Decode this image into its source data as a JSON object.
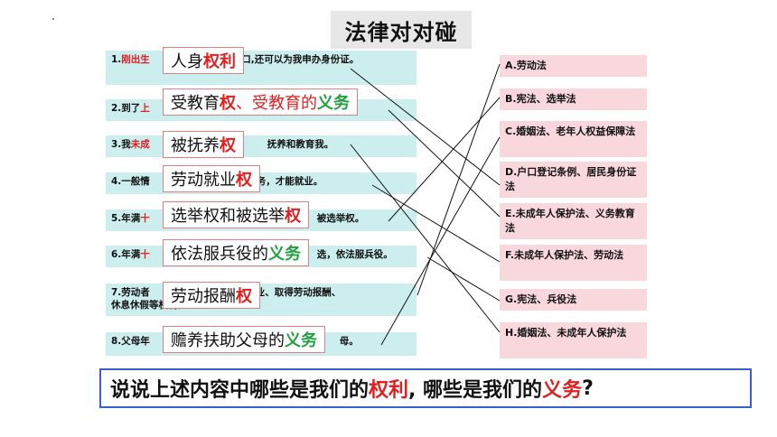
{
  "title": "法律对对碰",
  "left_items": [
    {
      "pre": "1.",
      "red": "刚出生",
      "post": "申报户口,还可以为我申办身份证。",
      "tail": ""
    },
    {
      "pre": "2.到了",
      "red": "上",
      "post": "",
      "tail": ""
    },
    {
      "pre": "3.我",
      "red": "未成",
      "post": "抚养和教育我。",
      "tail": ""
    },
    {
      "pre": "4.一般情",
      "red": "",
      "post": "务，才能就业。",
      "tail": ""
    },
    {
      "pre": "5.年满",
      "red": "十",
      "post": "被选举权。",
      "tail": ""
    },
    {
      "pre": "6.年满",
      "red": "十",
      "post": "选，依法服兵役。",
      "tail": ""
    },
    {
      "pre": "7.劳动者",
      "red": "",
      "post": "择职业、取得劳动报酬、",
      "tail": "休息休假等权利。"
    },
    {
      "pre": "8.父母年",
      "red": "",
      "post": "母。",
      "tail": ""
    }
  ],
  "overlays": [
    {
      "a": "人身",
      "b": "权利",
      "c": "",
      "d": "",
      "e": ""
    },
    {
      "a": "受教育",
      "b": "权",
      "c": "、受教育的",
      "d": "义务",
      "e": ""
    },
    {
      "a": "被抚养",
      "b": "权",
      "c": "",
      "d": "",
      "e": ""
    },
    {
      "a": "劳动就业",
      "b": "权",
      "c": "",
      "d": "",
      "e": ""
    },
    {
      "a": "选举权和被选举",
      "b": "权",
      "c": "",
      "d": "",
      "e": ""
    },
    {
      "a": "依法服兵役的",
      "b": "",
      "c": "",
      "d": "义务",
      "e": ""
    },
    {
      "a": "劳动报酬",
      "b": "权",
      "c": "",
      "d": "",
      "e": ""
    },
    {
      "a": "赡养扶助父母的",
      "b": "",
      "c": "",
      "d": "义务",
      "e": ""
    }
  ],
  "right_items": [
    "A.劳动法",
    "B.宪法、选举法",
    "C.婚姻法、老年人权益保障法",
    "D.户口登记条例、居民身份证法",
    "E.未成年人保护法、义务教育法",
    "F.未成年人保护法、劳动法",
    "G.宪法、兵役法",
    "H.婚姻法、未成年人保护法"
  ],
  "question": {
    "p1": "说说上述内容中哪些是我们的",
    "p2": "权利",
    "p3": ", 哪些是我们的",
    "p4": "义务",
    "p5": "?"
  },
  "colors": {
    "left_bg": "#cdeeee",
    "right_bg": "#f8d8dc",
    "accent_red": "#e02020",
    "accent_green": "#20a040",
    "border_blue": "#3a5fcd"
  }
}
